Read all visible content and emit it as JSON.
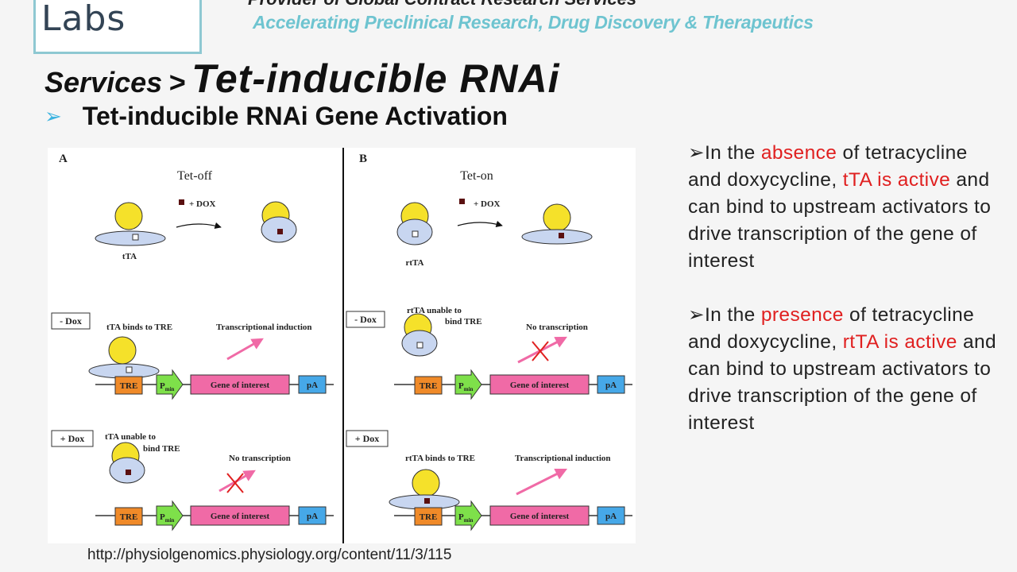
{
  "header": {
    "logo_text": "Labs",
    "line1": "Provider of Global Contract Research Services",
    "line2": "Accelerating Preclinical Research, Drug Discovery & Therapeutics"
  },
  "title": {
    "crumb": "Services",
    "separator": ">",
    "main": "Tet-inducible RNAi"
  },
  "subtitle": {
    "arrow": "➢",
    "text": "Tet-inducible RNAi Gene Activation"
  },
  "figure": {
    "panel_a": {
      "letter": "A",
      "title": "Tet-off",
      "dox_label": "+ DOX",
      "protein_label": "tTA",
      "minus_dox": "- Dox",
      "plus_dox": "+ Dox",
      "binds_label": "tTA binds to TRE",
      "unable_line1": "tTA unable to",
      "unable_line2": "bind TRE",
      "top_result": "Transcriptional induction",
      "bottom_result": "No transcription"
    },
    "panel_b": {
      "letter": "B",
      "title": "Tet-on",
      "dox_label": "+ DOX",
      "protein_label": "rtTA",
      "minus_dox": "- Dox",
      "plus_dox": "+ Dox",
      "unable_line1": "rtTA unable to",
      "unable_line2": "bind TRE",
      "binds_label": "rtTA binds to TRE",
      "top_result": "No transcription",
      "bottom_result": "Transcriptional induction"
    },
    "construct": {
      "tre": "TRE",
      "pmin_p": "P",
      "pmin_sub": "min",
      "gene": "Gene of interest",
      "pa": "pA"
    },
    "colors": {
      "tre": "#f08a28",
      "pmin": "#7ee04a",
      "gene": "#f06aa6",
      "pa": "#46a8e8",
      "protein_top": "#f5e12a",
      "protein_body": "#c8d6f0",
      "arrow": "#f06aa6",
      "cross": "#e02020"
    }
  },
  "bullets": [
    {
      "marker": "➢",
      "t1": "In the ",
      "hl1": "absence",
      "t2": " of tetracycline and doxycycline, ",
      "hl2": "tTA is active",
      "t3": " and can bind to upstream activators to drive transcription of the gene of interest"
    },
    {
      "marker": "➢",
      "t1": "In the ",
      "hl1": "presence",
      "t2": " of tetracycline and doxycycline, ",
      "hl2": "rtTA is active",
      "t3": " and can bind to upstream activators to drive transcription of the gene of interest"
    }
  ],
  "source_url": "http://physiolgenomics.physiology.org/content/11/3/115"
}
